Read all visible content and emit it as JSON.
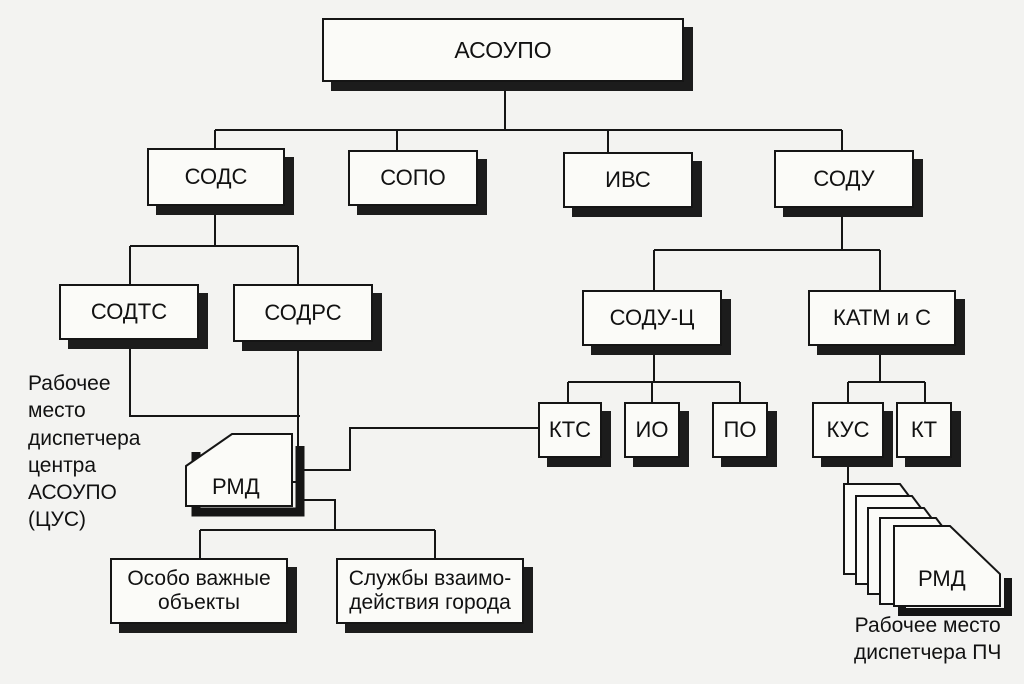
{
  "nodes": {
    "root": "АСОУПО",
    "sods": "СОДС",
    "sopo": "СОПО",
    "ivs": "ИВС",
    "sodu": "СОДУ",
    "sodts": "СОДТС",
    "sodrs": "СОДРС",
    "sodu_c": "СОДУ-Ц",
    "katm": "КАТМ и С",
    "kts": "КТС",
    "io": "ИО",
    "po": "ПО",
    "kus": "КУС",
    "kt": "КТ",
    "rmd_center": "РМД",
    "rmd_pch": "РМД",
    "important_objects_1": "Особо важные",
    "important_objects_2": "объекты",
    "city_services_1": "Службы взаимо-",
    "city_services_2": "действия города"
  },
  "captions": {
    "center_workplace": [
      "Рабочее",
      "место",
      "диспетчера",
      "центра",
      "АСОУПО",
      "(ЦУС)"
    ],
    "pch_workplace": [
      "Рабочее место",
      "диспетчера ПЧ"
    ]
  }
}
